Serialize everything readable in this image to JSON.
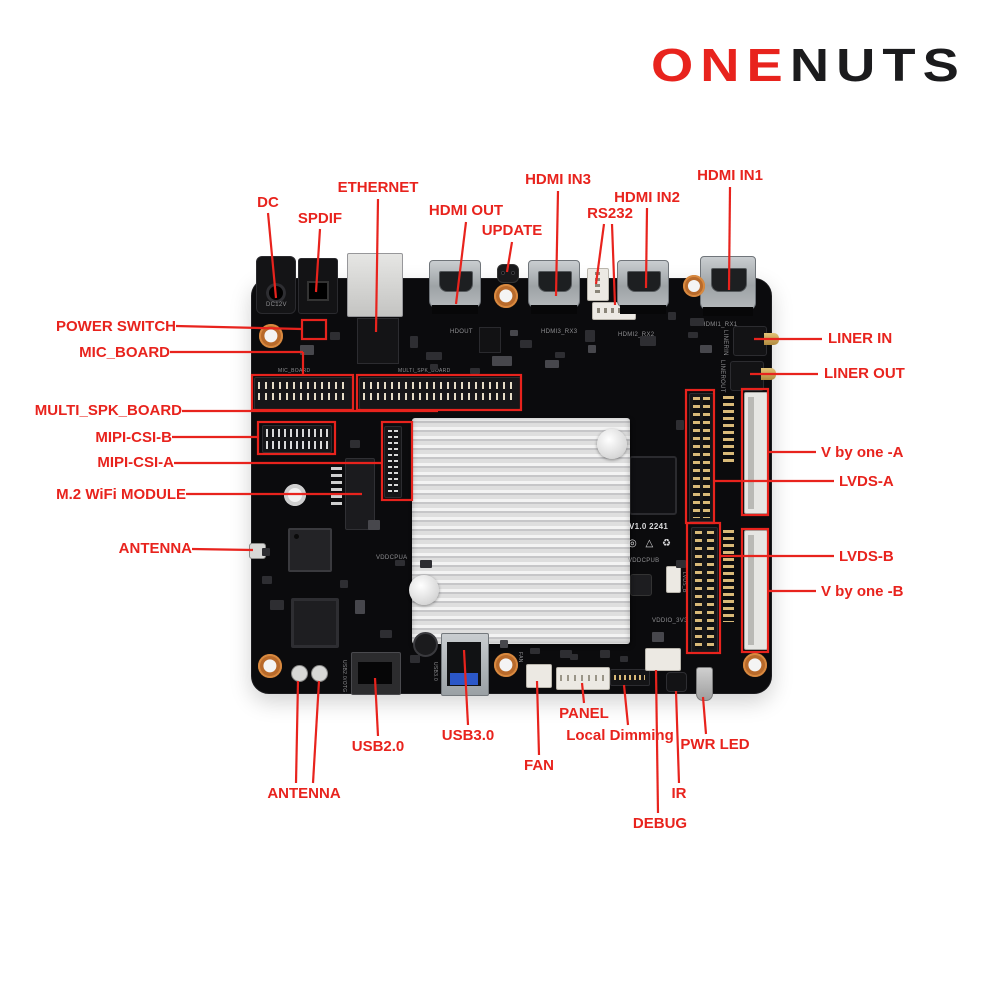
{
  "logo": {
    "red_part": "ONE",
    "black_part": "NUTS"
  },
  "labels": {
    "dc": "DC",
    "spdif": "SPDIF",
    "ethernet": "ETHERNET",
    "hdmi_out": "HDMI OUT",
    "update": "UPDATE",
    "hdmi_in3": "HDMI IN3",
    "rs232": "RS232",
    "hdmi_in2": "HDMI IN2",
    "hdmi_in1": "HDMI IN1",
    "power_switch": "POWER SWITCH",
    "mic_board": "MIC_BOARD",
    "multi_spk_board": "MULTI_SPK_BOARD",
    "mipi_csi_b": "MIPI-CSI-B",
    "mipi_csi_a": "MIPI-CSI-A",
    "m2_wifi": "M.2 WiFi MODULE",
    "antenna_left": "ANTENNA",
    "liner_in": "LINER IN",
    "liner_out": "LINER OUT",
    "vbyone_a": "V by one -A",
    "lvds_a": "LVDS-A",
    "lvds_b": "LVDS-B",
    "vbyone_b": "V by one -B",
    "usb2": "USB2.0",
    "usb3": "USB3.0",
    "fan": "FAN",
    "panel": "PANEL",
    "local_dimming": "Local Dimming",
    "pwr_led": "PWR LED",
    "ir": "IR",
    "debug": "DEBUG",
    "antenna_bottom": "ANTENNA"
  },
  "silkscreen": {
    "dc12v": "DC12V",
    "hdout": "HDOUT",
    "hdmi3_rx3": "HDMI3_RX3",
    "hdmi2_rx2": "HDMI2_RX2",
    "hdmi1_rx1": "HDMI1_RX1",
    "version": "V1.0 2241",
    "vddcpua": "VDDCPUA",
    "vddcpub": "VDDCPUB",
    "vddio_3v3": "VDDIO_3V3",
    "linerin": "LINERIN",
    "linerout": "LINEROUT",
    "usb2_otg": "USB2.0/OTG",
    "usb3_txt": "USB3.0",
    "fan_txt": "FAN",
    "mic_txt": "MIC_BOARD",
    "spk_txt": "MULTI_SPK_BOARD",
    "lvdsb_txt": "LVDS_B",
    "symbols": "◎ △ ♻"
  },
  "colors": {
    "annotation_red": "#e8231d",
    "logo_red": "#e8231d",
    "logo_black": "#1b1b1d",
    "board_black": "#0b0b0d",
    "heatsink_silver": "#d9d9d9",
    "hole_orange": "#c8742f"
  }
}
